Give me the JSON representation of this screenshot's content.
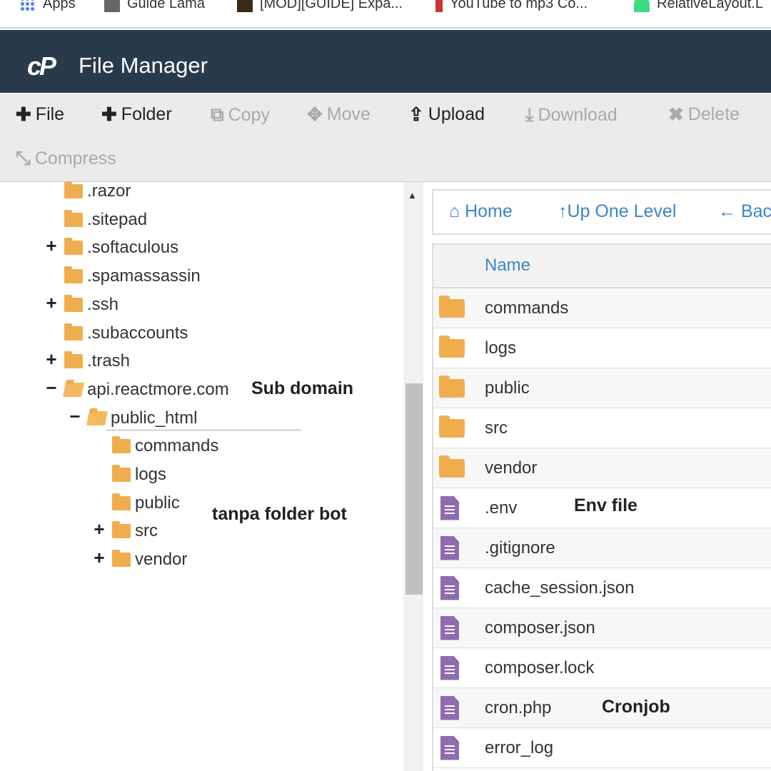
{
  "bookmarks": [
    {
      "label": "Apps"
    },
    {
      "label": "Guide Lama"
    },
    {
      "label": "[MOD][GUIDE] Expa..."
    },
    {
      "label": "YouTube to mp3 Co..."
    },
    {
      "label": "RelativeLayout.L"
    }
  ],
  "header": {
    "logo": "cP",
    "title": "File Manager"
  },
  "toolbar": [
    {
      "icon": "plus-icon",
      "glyph": "✚",
      "label": "File",
      "enabled": true
    },
    {
      "icon": "plus-icon",
      "glyph": "✚",
      "label": "Folder",
      "enabled": true
    },
    {
      "icon": "copy-icon",
      "glyph": "⧉",
      "label": "Copy",
      "enabled": false
    },
    {
      "icon": "move-icon",
      "glyph": "✥",
      "label": "Move",
      "enabled": false
    },
    {
      "icon": "upload-icon",
      "glyph": "⇪",
      "label": "Upload",
      "enabled": true
    },
    {
      "icon": "download-icon",
      "glyph": "⤓",
      "label": "Download",
      "enabled": false
    },
    {
      "icon": "delete-icon",
      "glyph": "✖",
      "label": "Delete",
      "enabled": false
    },
    {
      "icon": "compress-icon",
      "glyph": "⤡",
      "label": "Compress",
      "enabled": false
    }
  ],
  "tree": [
    {
      "label": ".razor",
      "toggle": ""
    },
    {
      "label": ".sitepad",
      "toggle": ""
    },
    {
      "label": ".softaculous",
      "toggle": "+"
    },
    {
      "label": ".spamassassin",
      "toggle": ""
    },
    {
      "label": ".ssh",
      "toggle": "+"
    },
    {
      "label": ".subaccounts",
      "toggle": ""
    },
    {
      "label": ".trash",
      "toggle": "+"
    },
    {
      "label": "api.reactmore.com",
      "toggle": "−"
    },
    {
      "label": "public_html",
      "toggle": "−"
    },
    {
      "label": "commands",
      "toggle": ""
    },
    {
      "label": "logs",
      "toggle": ""
    },
    {
      "label": "public",
      "toggle": ""
    },
    {
      "label": "src",
      "toggle": "+"
    },
    {
      "label": "vendor",
      "toggle": "+"
    }
  ],
  "nav": {
    "home": "Home",
    "up": "Up One Level",
    "back": "Bac"
  },
  "table": {
    "header": "Name",
    "rows": [
      {
        "name": "commands",
        "type": "folder"
      },
      {
        "name": "logs",
        "type": "folder"
      },
      {
        "name": "public",
        "type": "folder"
      },
      {
        "name": "src",
        "type": "folder"
      },
      {
        "name": "vendor",
        "type": "folder"
      },
      {
        "name": ".env",
        "type": "file"
      },
      {
        "name": ".gitignore",
        "type": "file"
      },
      {
        "name": "cache_session.json",
        "type": "file"
      },
      {
        "name": "composer.json",
        "type": "file"
      },
      {
        "name": "composer.lock",
        "type": "file"
      },
      {
        "name": "cron.php",
        "type": "file"
      },
      {
        "name": "error_log",
        "type": "file"
      }
    ]
  },
  "annotations": {
    "subdomain": "Sub domain",
    "no_bot": "tanpa folder bot",
    "env": "Env file",
    "cron": "Cronjob"
  },
  "colors": {
    "header": "#293a4b",
    "link": "#3c85c8",
    "folder": "#f0ad4e",
    "file": "#8e6cb0"
  }
}
